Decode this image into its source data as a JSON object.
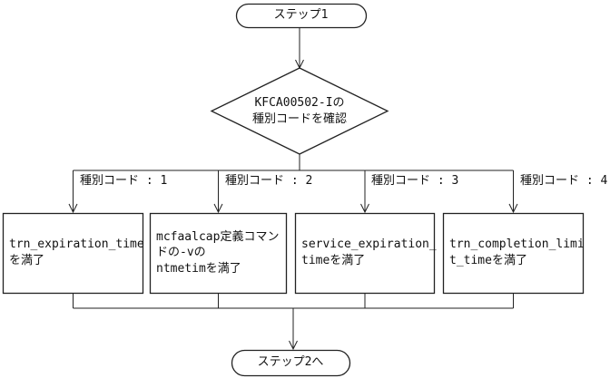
{
  "flowchart": {
    "start": {
      "label": "ステップ1"
    },
    "decision": {
      "label": "KFCA00502-Iの\n種別コードを確認"
    },
    "branches": [
      {
        "condition": "種別コード : 1",
        "action": "trn_expiration_time\nを満了"
      },
      {
        "condition": "種別コード : 2",
        "action": "mcfaalcap定義コマン\nドの-vの\nntmetimを満了"
      },
      {
        "condition": "種別コード : 3",
        "action": "service_expiration_\ntimeを満了"
      },
      {
        "condition": "種別コード : 4",
        "action": "trn_completion_limi\nt_timeを満了"
      }
    ],
    "end": {
      "label": "ステップ2へ"
    }
  },
  "colors": {
    "line": "#222222",
    "background": "#ffffff",
    "text": "#111111"
  }
}
